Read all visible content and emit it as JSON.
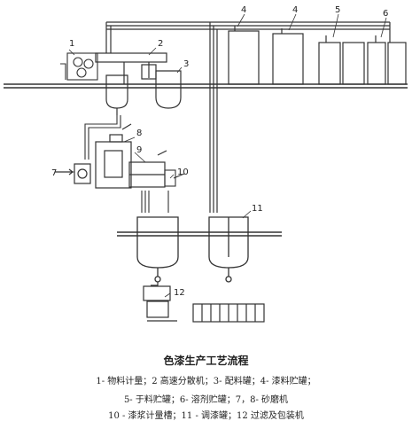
{
  "diagram": {
    "title": "色漆生产工艺流程",
    "legend_lines": [
      "1- 物料计量；2  高速分散机；3- 配料罐；4- 漆料贮罐；",
      "5- 于料贮罐；6- 溶剂贮罐；7，8- 砂磨机",
      "10 - 漆浆计量槽；11 - 调漆罐；12  过滤及包装机"
    ],
    "labels": {
      "n1": "1",
      "n2": "2",
      "n3": "3",
      "n4a": "4",
      "n4b": "4",
      "n5": "5",
      "n6": "6",
      "n7": "7",
      "n8": "8",
      "n9": "9",
      "n10": "10",
      "n11": "11",
      "n12": "12"
    }
  }
}
